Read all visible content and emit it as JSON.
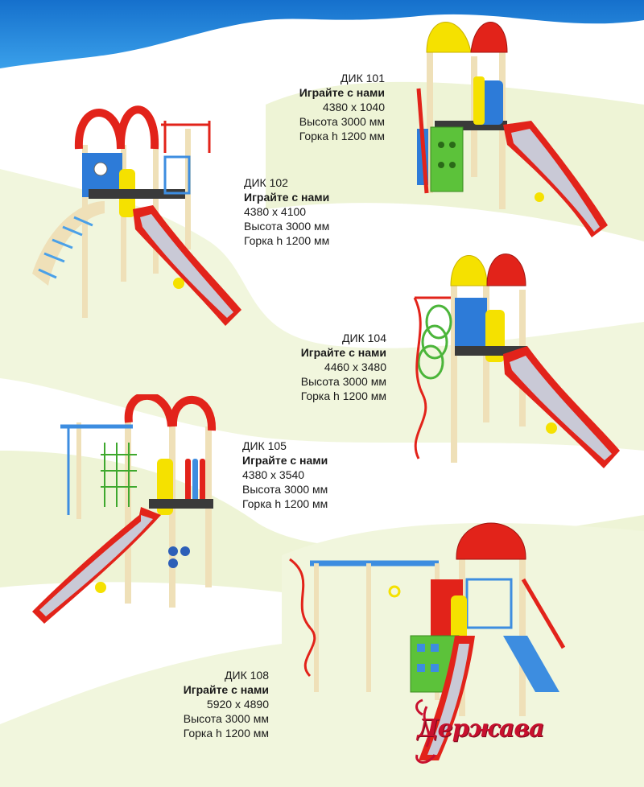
{
  "colors": {
    "sky_blue": "#1e7fd6",
    "hill_green": "#e6f0c8",
    "red": "#e2231a",
    "yellow": "#f5e100",
    "blue": "#2d7bd8",
    "green": "#5cc23a",
    "wood": "#efe0b8",
    "grey_deck": "#3a3a3a",
    "brand_red": "#c8102e"
  },
  "products": [
    {
      "code": "ДИК 101",
      "tagline": "Играйте с нами",
      "size": "4380 х 1040",
      "height": "Высота 3000 мм",
      "slide": "Горка h 1200 мм"
    },
    {
      "code": "ДИК 102",
      "tagline": "Играйте с нами",
      "size": "4380 х 4100",
      "height": "Высота 3000 мм",
      "slide": "Горка h 1200 мм"
    },
    {
      "code": "ДИК 104",
      "tagline": "Играйте с нами",
      "size": "4460 х 3480",
      "height": "Высота 3000 мм",
      "slide": "Горка h 1200 мм"
    },
    {
      "code": "ДИК 105",
      "tagline": "Играйте с нами",
      "size": "4380 х 3540",
      "height": "Высота 3000 мм",
      "slide": "Горка h 1200 мм"
    },
    {
      "code": "ДИК 108",
      "tagline": "Играйте с нами",
      "size": "5920 х 4890",
      "height": "Высота 3000 мм",
      "slide": "Горка h 1200 мм"
    }
  ],
  "brand": {
    "name": "Держава",
    "icon": "brand-ornament-icon"
  }
}
